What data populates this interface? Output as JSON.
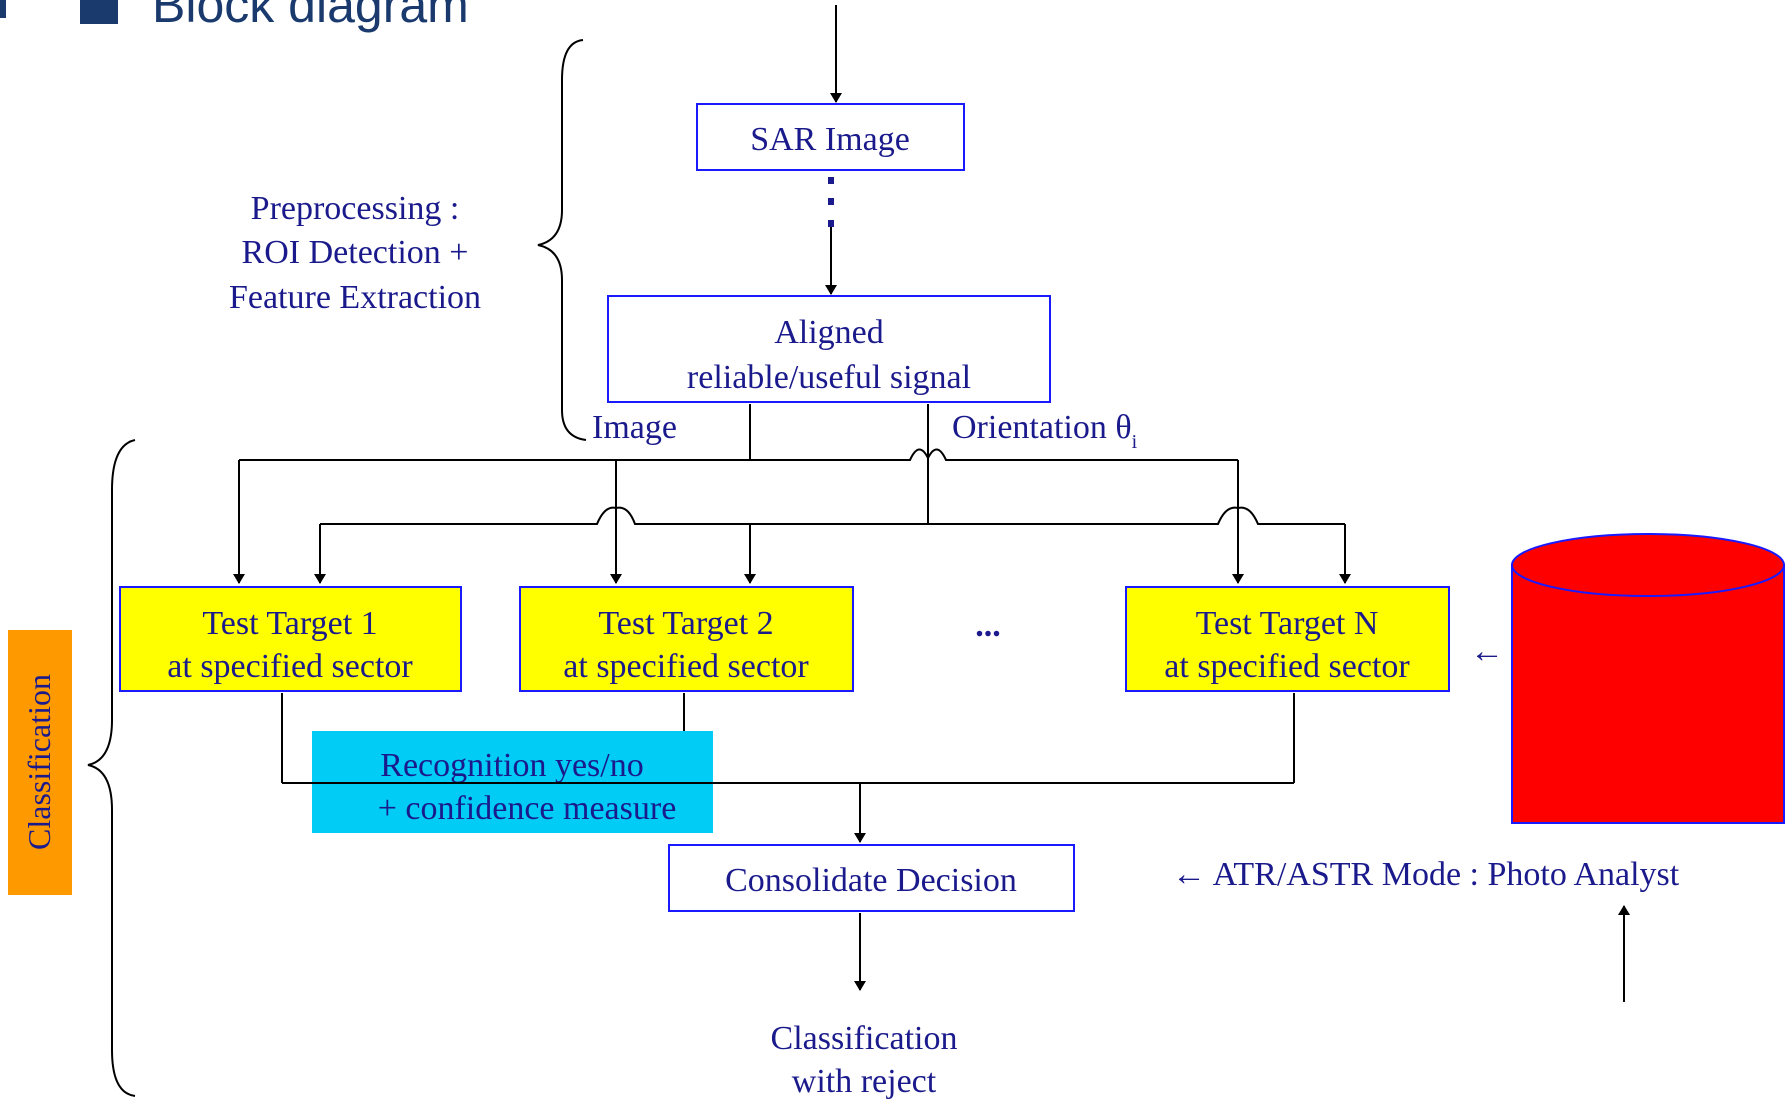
{
  "title": {
    "bullet_char": "",
    "text": "Block diagram"
  },
  "side_labels": {
    "preprocessing": [
      "Preprocessing :",
      "ROI Detection +",
      "Feature Extraction"
    ],
    "classification": "Classification"
  },
  "blocks": {
    "sar_image": "SAR Image",
    "aligned": [
      "Aligned",
      "reliable/useful signal"
    ],
    "targets": [
      [
        "Test Target 1",
        "at specified sector"
      ],
      [
        "Test Target 2",
        "at specified sector"
      ],
      [
        "Test Target N",
        "at specified sector"
      ]
    ],
    "ellipsis": "...",
    "recognition": [
      "Recognition yes/no",
      "+ confidence measure"
    ],
    "consolidate": "Consolidate Decision",
    "output": [
      "Classification",
      "with reject"
    ]
  },
  "signals": {
    "image": "Image",
    "orientation": "Orientation θ",
    "orientation_sub": "i"
  },
  "database": {
    "arrow_char": "←",
    "mode_label": "← ATR/ASTR Mode : Photo Analyst"
  },
  "colors": {
    "target_fill": "#ffff00",
    "recognition_fill": "#00ccf5",
    "classification_tab": "#ff9900",
    "database_fill": "#ff0000",
    "box_border": "#1a1aff",
    "text": "#1a1a8c"
  }
}
